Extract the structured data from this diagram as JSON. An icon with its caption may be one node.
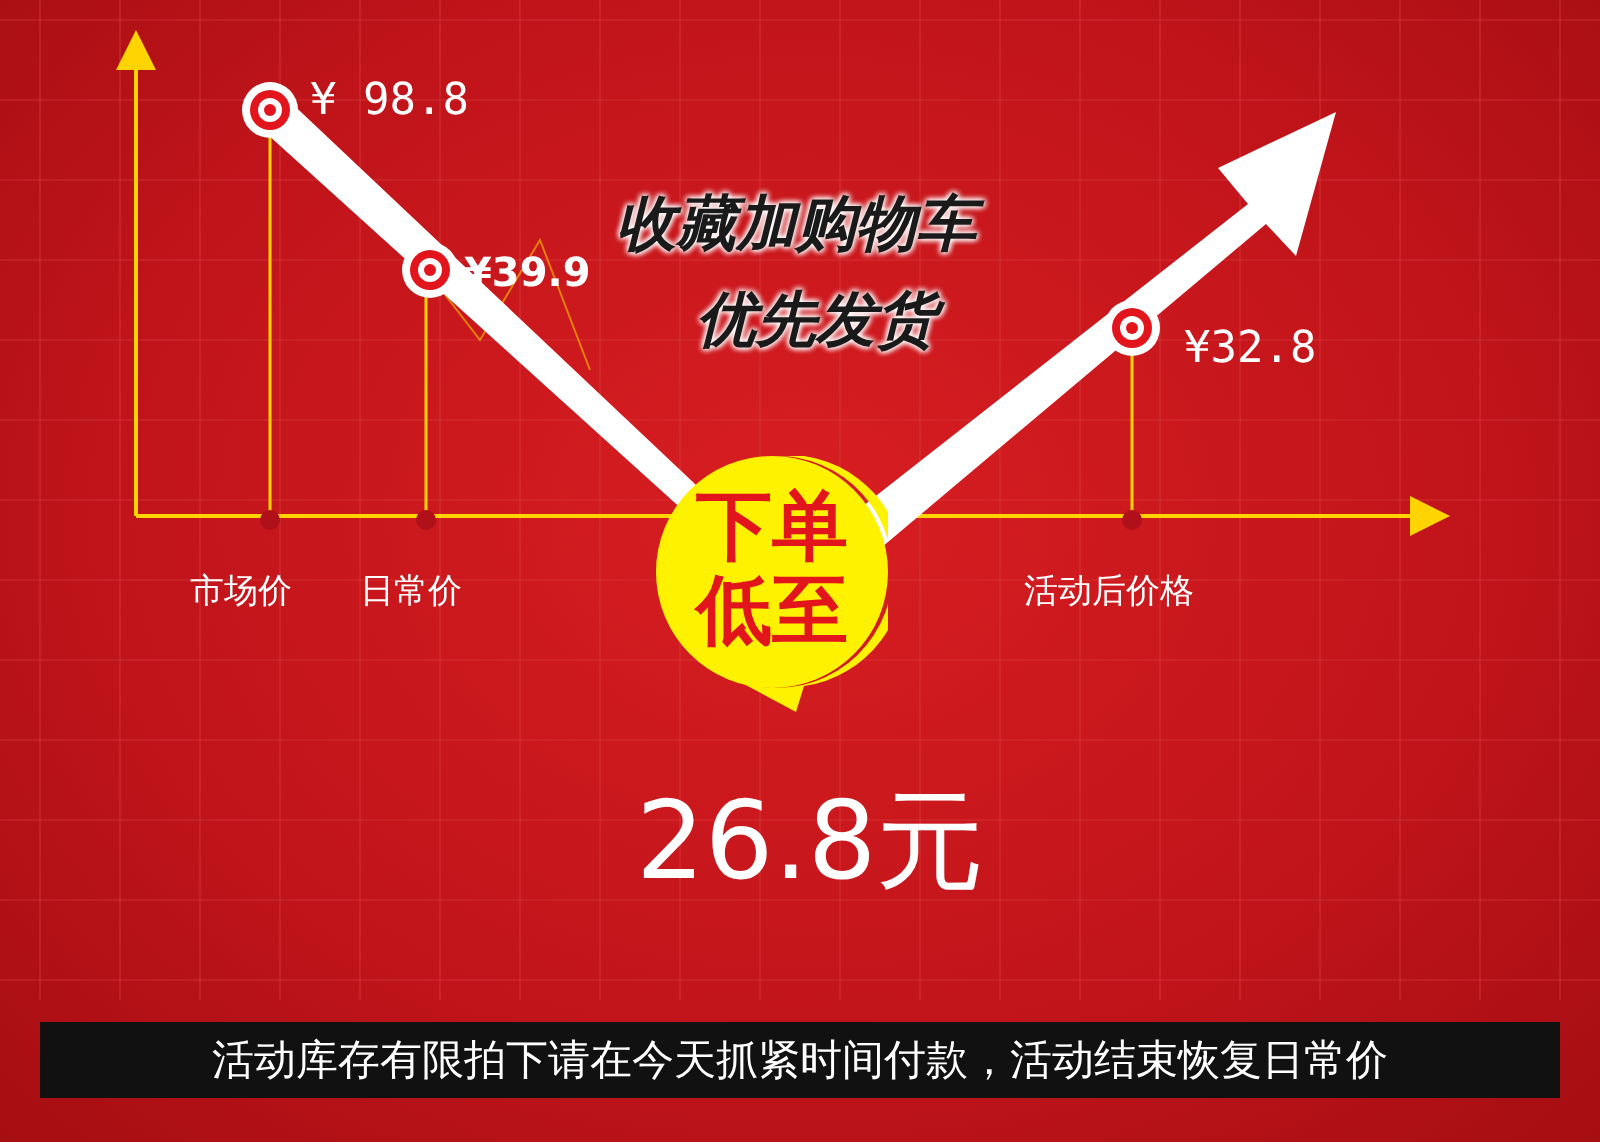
{
  "diagram": {
    "nodes": [
      {
        "text": [
          "下单低至"
        ]
      },
      {
        "text": [
          "活动库存有限拍下请在今天抓紧时间付款，活动结束恢复日常价"
        ]
      }
    ],
    "labels": [
      "¥ 98.8",
      "¥39.9",
      "收藏加购物车",
      "优先发货",
      "¥32.8",
      "市场价",
      "日常价",
      "活动后价格",
      "26.8元"
    ]
  }
}
